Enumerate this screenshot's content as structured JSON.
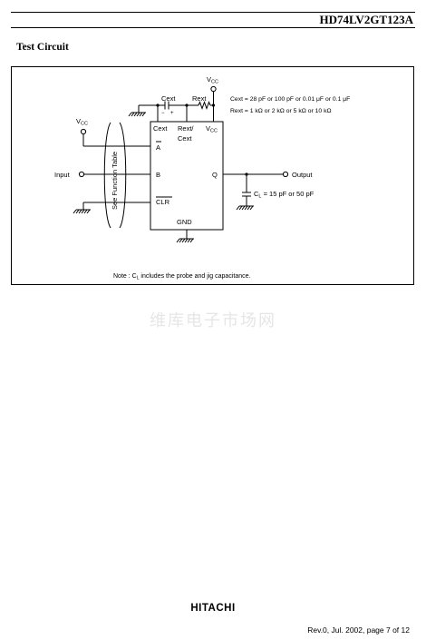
{
  "header": {
    "title": "HD74LV2GT123A"
  },
  "section_title": "Test Circuit",
  "circuit": {
    "vcc_label": "V",
    "vcc_sub": "CC",
    "cext_label": "Cext",
    "rext_label": "Rext",
    "cap_minus": "−",
    "cap_plus": "+",
    "cext_values": "Cext = 28 pF or 100 pF or 0.01 μF or 0.1 μF",
    "rext_values": "Rext = 1 kΩ or 2 kΩ or 5 kΩ or 10 kΩ",
    "function_table": "See Function Table",
    "input_label": "Input",
    "output_label": "Output",
    "pin_cext": "Cext",
    "pin_rext": "Rext/",
    "pin_rext2": "Cext",
    "pin_vcc": "V",
    "pin_a": "A",
    "pin_b": "B",
    "pin_clr": "CLR",
    "pin_q": "Q",
    "pin_gnd": "GND",
    "cl_prefix": "C",
    "cl_sub": "L",
    "cl_values": " = 15 pF or 50 pF",
    "note_prefix": "Note : C",
    "note_sub": "L",
    "note_rest": " includes the probe and jig capacitance."
  },
  "watermark": "维库电子市场网",
  "footer": {
    "brand": "HITACHI",
    "revision": "Rev.0, Jul. 2002, page 7 of 12"
  }
}
